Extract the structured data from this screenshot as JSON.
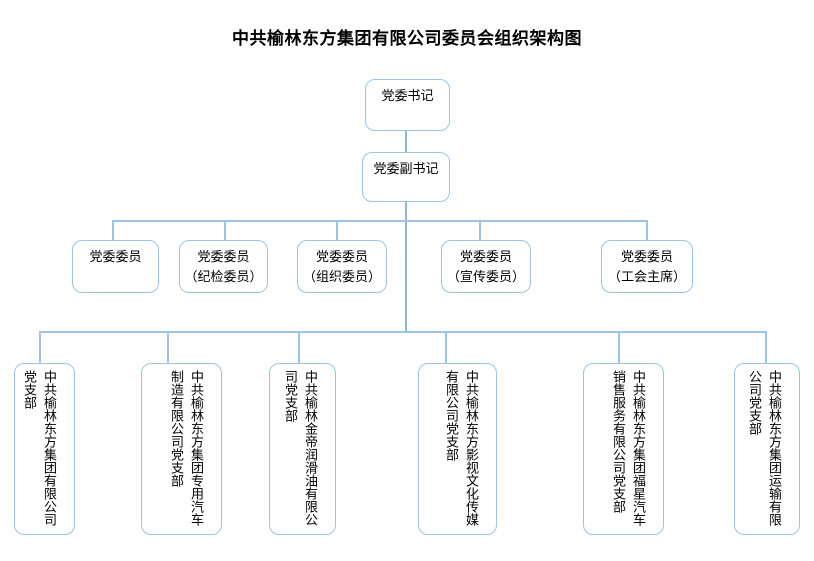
{
  "title": "中共榆林东方集团有限公司委员会组织架构图",
  "colors": {
    "line": "#8fb4de",
    "box_border": "#9dc3e6",
    "text": "#000000",
    "background": "#ffffff"
  },
  "org_chart": {
    "type": "org-tree",
    "root": {
      "label": "党委书记"
    },
    "deputy": {
      "label": "党委副书记"
    },
    "committee_members": [
      {
        "line1": "党委委员",
        "line2": ""
      },
      {
        "line1": "党委委员",
        "line2": "（纪检委员）"
      },
      {
        "line1": "党委委员",
        "line2": "（组织委员）"
      },
      {
        "line1": "党委委员",
        "line2": "（宣传委员）"
      },
      {
        "line1": "党委委员",
        "line2": "（工会主席）"
      }
    ],
    "branches": [
      {
        "label": "中共榆林东方集团有限公司党支部"
      },
      {
        "label": "中共榆林东方集团专用汽车制造有限公司党支部"
      },
      {
        "label": "中共榆林金帝润滑油有限公司党支部"
      },
      {
        "label": "中共榆林东方影视文化传媒有限公司党支部"
      },
      {
        "label": "中共榆林东方集团福星汽车销售服务有限公司党支部"
      },
      {
        "label": "中共榆林东方集团运输有限公司党支部"
      }
    ]
  }
}
